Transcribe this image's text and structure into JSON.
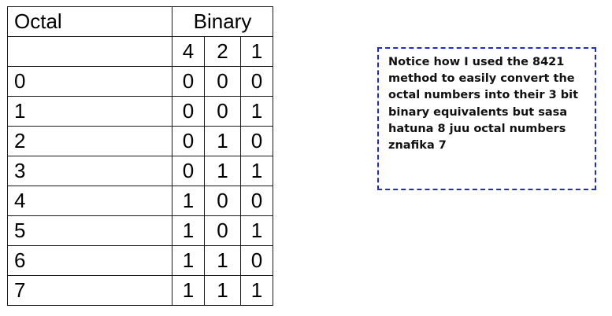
{
  "table": {
    "header": {
      "octal": "Octal",
      "binary": "Binary"
    },
    "weights": [
      "4",
      "2",
      "1"
    ],
    "rows": [
      {
        "octal": "0",
        "bits": [
          "0",
          "0",
          "0"
        ]
      },
      {
        "octal": "1",
        "bits": [
          "0",
          "0",
          "1"
        ]
      },
      {
        "octal": "2",
        "bits": [
          "0",
          "1",
          "0"
        ]
      },
      {
        "octal": "3",
        "bits": [
          "0",
          "1",
          "1"
        ]
      },
      {
        "octal": "4",
        "bits": [
          "1",
          "0",
          "0"
        ]
      },
      {
        "octal": "5",
        "bits": [
          "1",
          "0",
          "1"
        ]
      },
      {
        "octal": "6",
        "bits": [
          "1",
          "1",
          "0"
        ]
      },
      {
        "octal": "7",
        "bits": [
          "1",
          "1",
          "1"
        ]
      }
    ]
  },
  "note": {
    "text": "Notice how I used the 8421 method to easily convert the octal numbers into their 3 bit binary equivalents but sasa hatuna 8 juu octal numbers znafika 7",
    "border_color": "#1f2bc7"
  }
}
